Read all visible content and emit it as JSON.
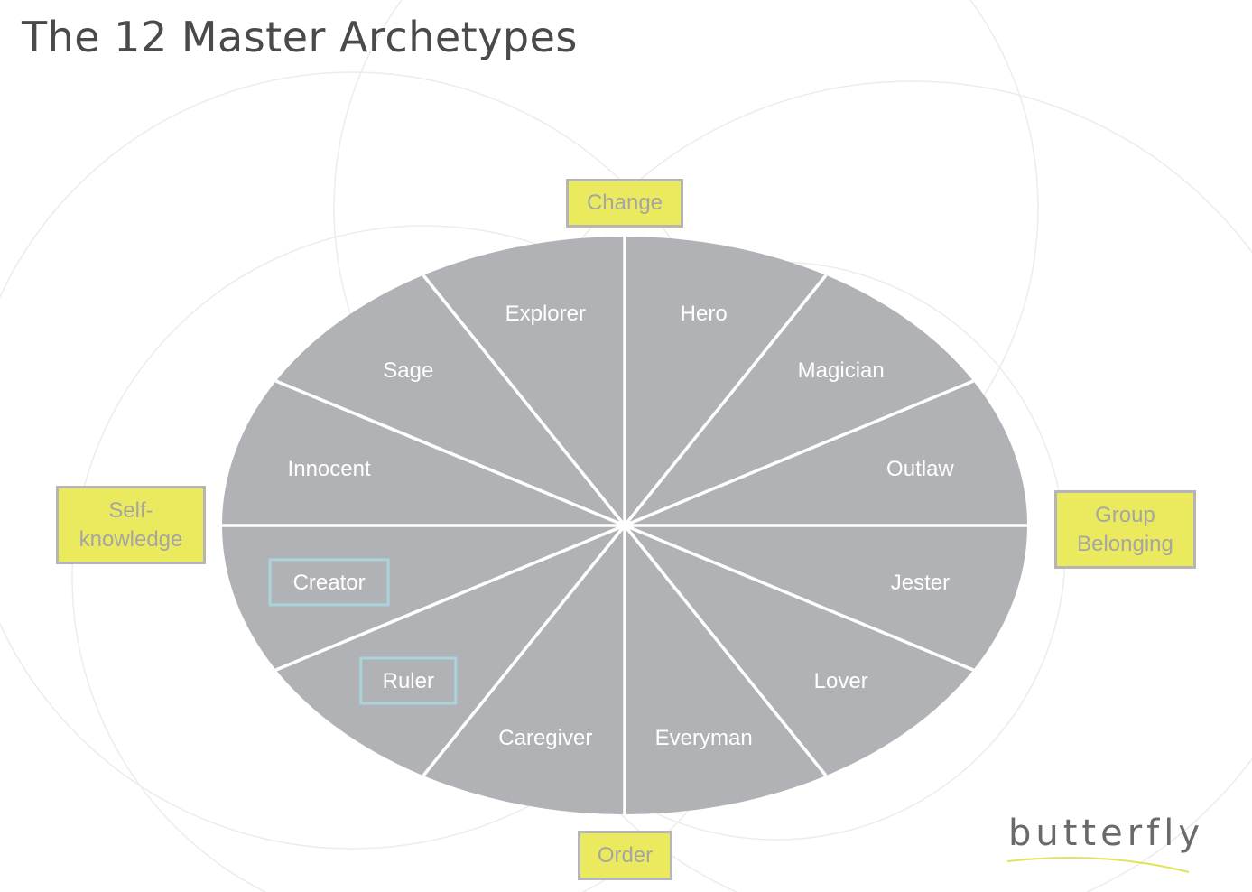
{
  "title": "The 12 Master Archetypes",
  "axes": {
    "top": "Change",
    "left": "Self-\nknowledge",
    "right": "Group\nBelonging",
    "bottom": "Order"
  },
  "segments": [
    {
      "label": "Hero",
      "boxed": false
    },
    {
      "label": "Magician",
      "boxed": false
    },
    {
      "label": "Outlaw",
      "boxed": false
    },
    {
      "label": "Jester",
      "boxed": false
    },
    {
      "label": "Lover",
      "boxed": false
    },
    {
      "label": "Everyman",
      "boxed": false
    },
    {
      "label": "Caregiver",
      "boxed": false
    },
    {
      "label": "Ruler",
      "boxed": true
    },
    {
      "label": "Creator",
      "boxed": true
    },
    {
      "label": "Innocent",
      "boxed": false
    },
    {
      "label": "Sage",
      "boxed": false
    },
    {
      "label": "Explorer",
      "boxed": false
    }
  ],
  "colors": {
    "wheel_fill": "#b1b2b5",
    "divider": "#ffffff",
    "axis_box_fill": "#ebea5e",
    "axis_box_border": "#b5b5b5",
    "axis_text": "#a5a5a5",
    "highlight_border": "#a9d4dc",
    "background_circles": "#ececec"
  },
  "logo": {
    "text": "butterfly",
    "accent": "#e3e35a"
  }
}
